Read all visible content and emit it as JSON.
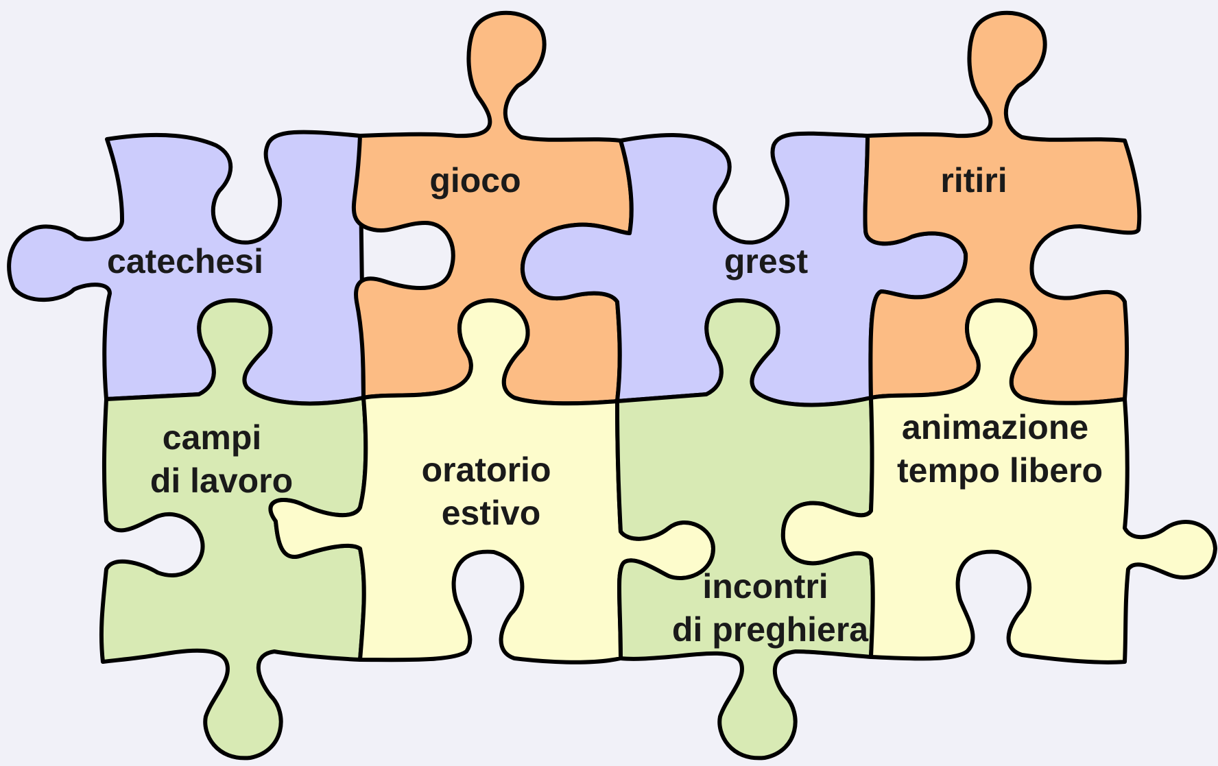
{
  "colors": {
    "background": "#f1f1f8",
    "lavender": "#ccccfc",
    "orange": "#fcbc84",
    "green": "#d8eab4",
    "cream": "#fdfccc",
    "outline": "#000000"
  },
  "pieces": [
    {
      "id": "catechesi",
      "color": "lavender",
      "lines": [
        "catechesi"
      ]
    },
    {
      "id": "gioco",
      "color": "orange",
      "lines": [
        "gioco"
      ]
    },
    {
      "id": "grest",
      "color": "lavender",
      "lines": [
        "grest"
      ]
    },
    {
      "id": "ritiri",
      "color": "orange",
      "lines": [
        "ritiri"
      ]
    },
    {
      "id": "campi",
      "color": "green",
      "lines": [
        "campi",
        "di lavoro"
      ]
    },
    {
      "id": "oratorio",
      "color": "cream",
      "lines": [
        "oratorio",
        "estivo"
      ]
    },
    {
      "id": "incontri",
      "color": "green",
      "lines": [
        "incontri",
        "di preghiera"
      ]
    },
    {
      "id": "animazione",
      "color": "cream",
      "lines": [
        "animazione",
        "tempo libero"
      ]
    }
  ]
}
